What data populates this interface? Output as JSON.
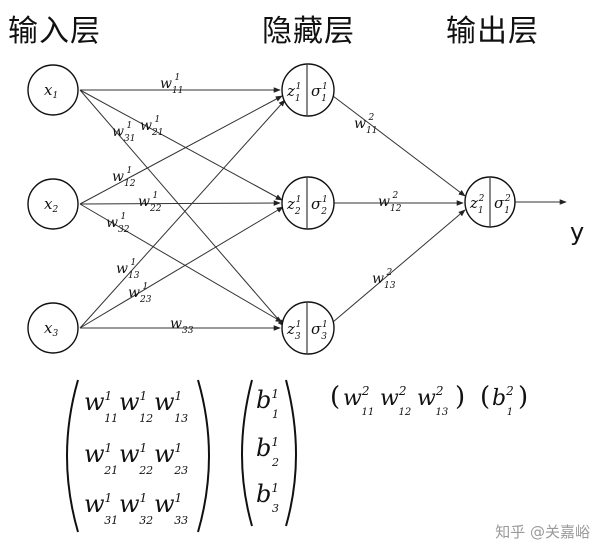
{
  "headers": {
    "input": "输入层",
    "hidden": "隐藏层",
    "output": "输出层"
  },
  "inputs": [
    {
      "base": "x",
      "sub": "1"
    },
    {
      "base": "x",
      "sub": "2"
    },
    {
      "base": "x",
      "sub": "3"
    }
  ],
  "hidden": [
    {
      "z": "z",
      "s": "σ",
      "sub": "1",
      "sup": "1"
    },
    {
      "z": "z",
      "s": "σ",
      "sub": "2",
      "sup": "1"
    },
    {
      "z": "z",
      "s": "σ",
      "sub": "3",
      "sup": "1"
    }
  ],
  "output_node": {
    "z": "z",
    "s": "σ",
    "sub": "1",
    "sup": "2"
  },
  "output_label": "y",
  "edge_labels": [
    {
      "base": "w",
      "sup": "1",
      "sub": "11"
    },
    {
      "base": "w",
      "sup": "1",
      "sub": "21"
    },
    {
      "base": "w",
      "sup": "1",
      "sub": "31"
    },
    {
      "base": "w",
      "sup": "1",
      "sub": "12"
    },
    {
      "base": "w",
      "sup": "1",
      "sub": "22"
    },
    {
      "base": "w",
      "sup": "1",
      "sub": "32"
    },
    {
      "base": "w",
      "sup": "1",
      "sub": "13"
    },
    {
      "base": "w",
      "sup": "1",
      "sub": "23"
    },
    {
      "base": "w",
      "sup": "",
      "sub": "33"
    },
    {
      "base": "w",
      "sup": "2",
      "sub": "11"
    },
    {
      "base": "w",
      "sup": "2",
      "sub": "12"
    },
    {
      "base": "w",
      "sup": "2",
      "sub": "13"
    }
  ],
  "matrix_w1": [
    [
      {
        "base": "w",
        "sup": "1",
        "sub": "11"
      },
      {
        "base": "w",
        "sup": "1",
        "sub": "12"
      },
      {
        "base": "w",
        "sup": "1",
        "sub": "13"
      }
    ],
    [
      {
        "base": "w",
        "sup": "1",
        "sub": "21"
      },
      {
        "base": "w",
        "sup": "1",
        "sub": "22"
      },
      {
        "base": "w",
        "sup": "1",
        "sub": "23"
      }
    ],
    [
      {
        "base": "w",
        "sup": "1",
        "sub": "31"
      },
      {
        "base": "w",
        "sup": "1",
        "sub": "32"
      },
      {
        "base": "w",
        "sup": "1",
        "sub": "33"
      }
    ]
  ],
  "vector_b1": [
    {
      "base": "b",
      "sup": "1",
      "sub": "1"
    },
    {
      "base": "b",
      "sup": "1",
      "sub": "2"
    },
    {
      "base": "b",
      "sup": "1",
      "sub": "3"
    }
  ],
  "row_w2": [
    {
      "base": "w",
      "sup": "2",
      "sub": "11"
    },
    {
      "base": "w",
      "sup": "2",
      "sub": "12"
    },
    {
      "base": "w",
      "sup": "2",
      "sub": "13"
    }
  ],
  "scalar_b2": {
    "base": "b",
    "sup": "2",
    "sub": "1"
  },
  "watermark": "知乎 @关嘉峪"
}
